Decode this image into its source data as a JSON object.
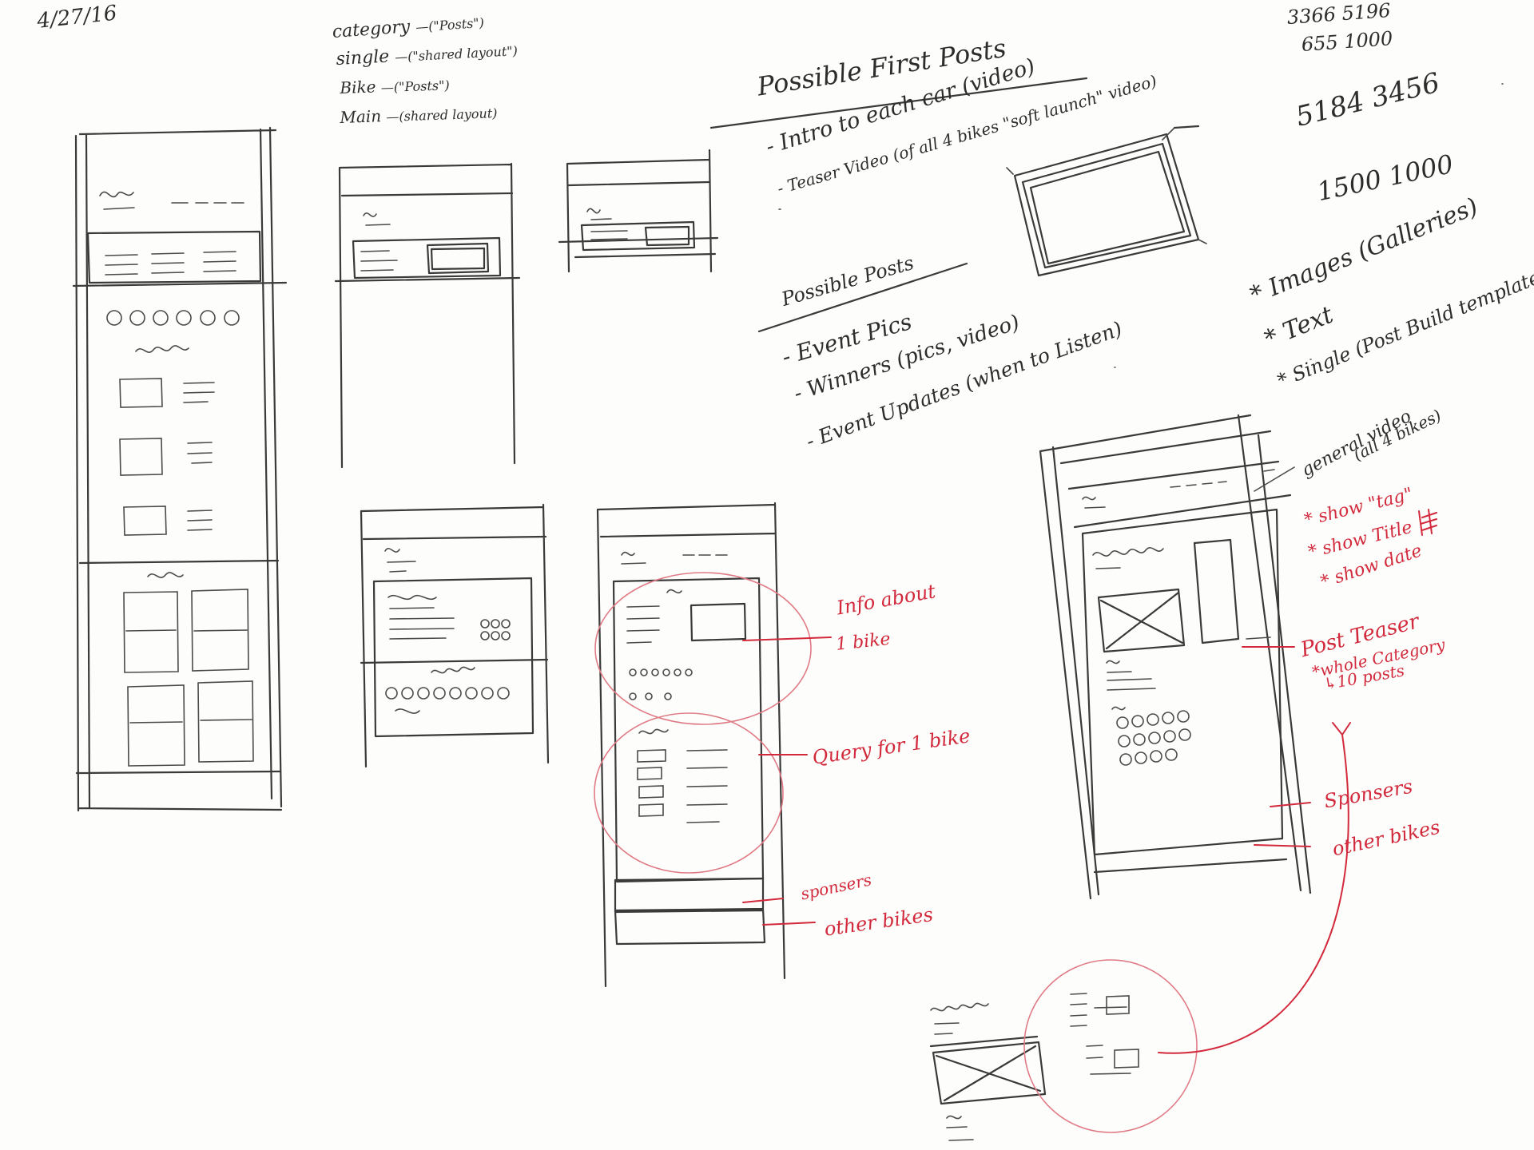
{
  "date": "4/27/16",
  "template_map": [
    {
      "name": "category",
      "value": "—(\"Posts\")"
    },
    {
      "name": "single",
      "value": "—(\"shared layout\")"
    },
    {
      "name": "Bike",
      "value": "—(\"Posts\")"
    },
    {
      "name": "Main",
      "value": "—(shared layout)"
    }
  ],
  "numbers": {
    "row1": "3366  5196",
    "row2": "655  1000",
    "row3": "5184  3456",
    "row4": "1500  1000"
  },
  "first_posts": {
    "heading": "Possible First Posts",
    "items": [
      "- Intro to each car (video)",
      "- Teaser Video (of all 4 bikes \"soft launch\" video)"
    ]
  },
  "possible_posts": {
    "heading": "Possible Posts",
    "items": [
      "- Event Pics",
      "- Winners (pics, video)",
      "- Event Updates (when to Listen)"
    ]
  },
  "media_types": [
    "* Images (Galleries)",
    "* Text",
    "* Single (Post Build template)"
  ],
  "annotations_black": {
    "general_video": "general video",
    "all_bikes": "(all 4 bikes)"
  },
  "annotations_red": {
    "show_tag": "* show \"tag\"",
    "show_title": "* show Title",
    "show_date": "* show date",
    "post_teaser": "Post Teaser",
    "whole_category": "*whole Category",
    "ten_posts": "↳10 posts",
    "sponsors_right": "Sponsers",
    "other_bikes_right": "other bikes",
    "info_about": "Info about",
    "one_bike": "1 bike",
    "query": "Query for 1 bike",
    "sponsors_mid": "sponsers",
    "other_bikes_mid": "other bikes"
  }
}
